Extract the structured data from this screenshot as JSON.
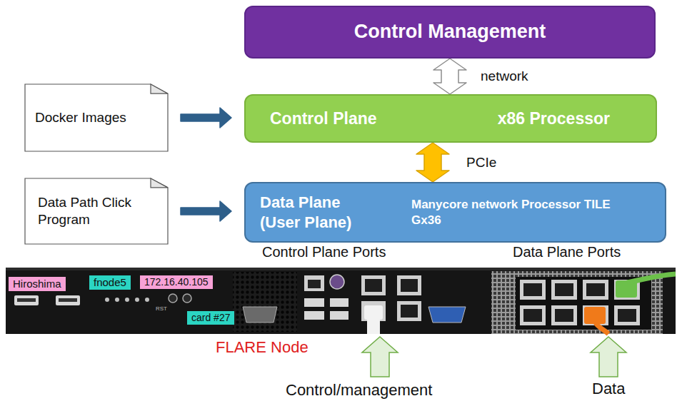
{
  "diagram": {
    "nodes": [
      {
        "text": [
          "Control Management"
        ]
      },
      {
        "text": [
          "Docker Images"
        ]
      },
      {
        "text": [
          "Control Plane",
          "x86 Processor"
        ]
      },
      {
        "text": [
          "Data Path Click Program"
        ]
      },
      {
        "text": [
          "Data Plane (User Plane)",
          "Manycore network Processor TILE Gx36"
        ]
      }
    ],
    "edges": [
      {
        "from": 0,
        "to": 2,
        "label": "network",
        "arrow": "both"
      },
      {
        "from": 1,
        "to": 2,
        "arrow": "to"
      },
      {
        "from": 2,
        "to": 4,
        "label": "PCIe",
        "arrow": "both"
      },
      {
        "from": 3,
        "to": 4,
        "arrow": "to"
      }
    ],
    "labels": [
      "Control Plane Ports",
      "Data Plane Ports",
      "Hiroshima",
      "fnode5",
      "172.16.40.105",
      "RST",
      "card #27",
      "FLARE Node",
      "Control/management",
      "Data"
    ]
  }
}
